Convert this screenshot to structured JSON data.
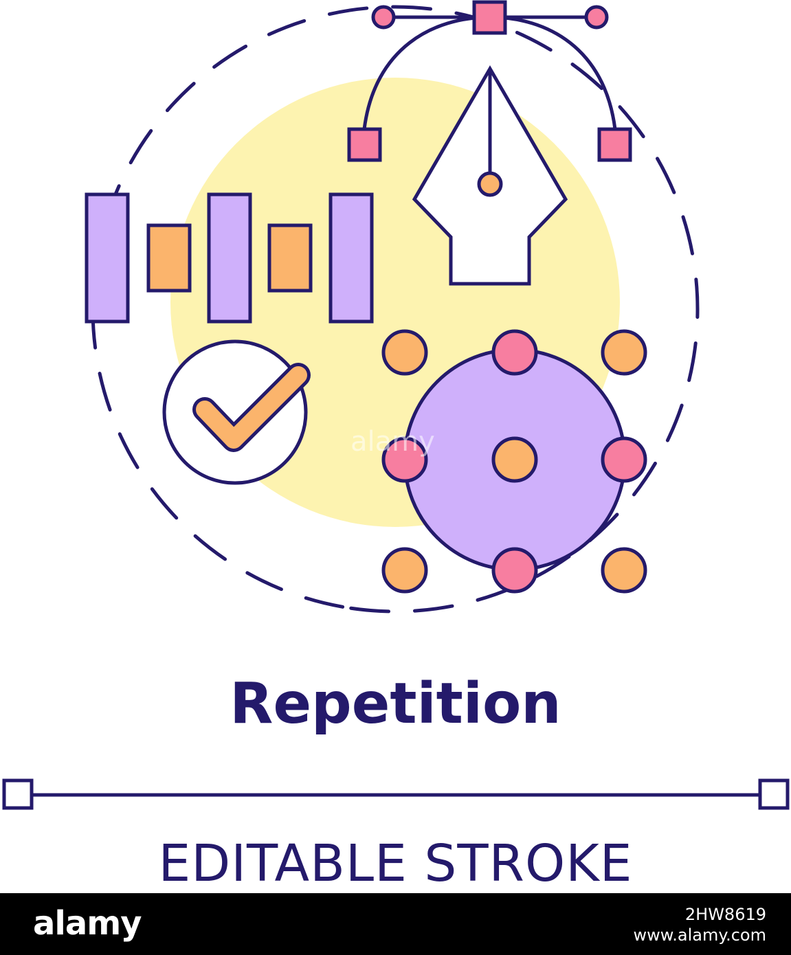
{
  "title": "Repetition",
  "subtitle": "EDITABLE STROKE",
  "watermark": "alamy",
  "footer": {
    "logo": "alamy",
    "image_id": "2HW8619",
    "url": "www.alamy.com"
  },
  "icons": {
    "pen_tool": "pen-nib-icon",
    "bars": "bar-pattern-icon",
    "check": "check-circle-icon",
    "nodes": "node-circle-icon"
  },
  "colors": {
    "stroke": "#241a6b",
    "yellow": "#fdf3b0",
    "purple": "#cfb0fb",
    "orange": "#fbb46c",
    "pink": "#f77ea0",
    "white": "#ffffff"
  }
}
